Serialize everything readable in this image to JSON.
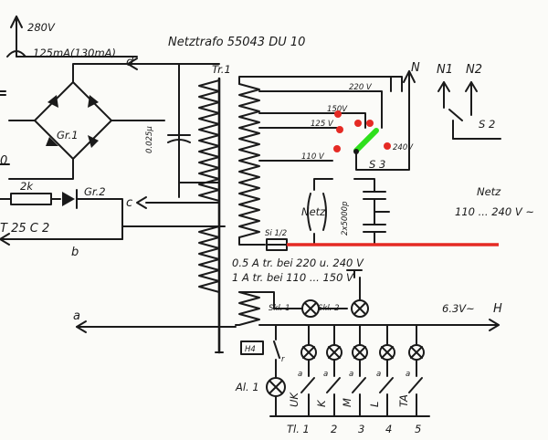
{
  "labels": {
    "title": "Netztrafo 55043 DU 10",
    "tr1": "Tr.1",
    "v280": "280V",
    "current": "125mA(130mA)",
    "d": "d",
    "c": "c",
    "b": "b",
    "a": "a",
    "gr1": "Gr.1",
    "gr2": "Gr.2",
    "r2k": "2k",
    "cap025": "0.025µ",
    "tube": "T 25 C 2",
    "zero": "0",
    "v220": "220 V",
    "v150": "150V",
    "v125": "125 V",
    "v110": "110 V",
    "v240": "240V",
    "s3": "S 3",
    "s2": "S 2",
    "n": "N",
    "n1": "N1",
    "n2": "N2",
    "netz_cap": "Netz",
    "netz": "Netz",
    "netz_range": "110 ... 240 V ~",
    "cap2x": "2x5000p",
    "si": "Si 1/2",
    "fuse1": "0.5 A tr. bei 220 u. 240 V",
    "fuse2": "1 A tr. bei 110 ... 150 V",
    "skl1": "Skl. 1",
    "skl2": "Skl. 2",
    "v63": "6.3V~",
    "h": "H",
    "h4": "H4",
    "al1": "Al. 1",
    "r": "r",
    "sw_a": "a",
    "uk": "UK",
    "k": "K",
    "m": "M",
    "l": "L",
    "ta": "TA",
    "tl": "Tl. 1",
    "n_2": "2",
    "n_3": "3",
    "n_4": "4",
    "n_5": "5"
  },
  "annotations": {
    "fuse_wire_color": "#e52a24",
    "tap_dot_color": "#e52a24",
    "switch_contact_color": "#2ee01c"
  }
}
